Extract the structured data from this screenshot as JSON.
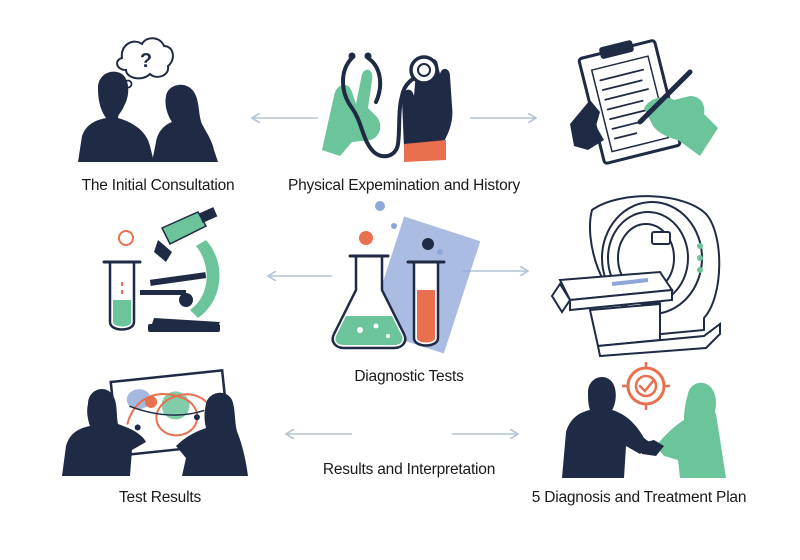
{
  "labels": {
    "initial_consultation": "The Initial Consultation",
    "physical_exam": "Physical Expemination and History",
    "diagnostic_tests": "Diagnostic Tests",
    "results_interpretation": "Results and Interpretation",
    "test_results": "Test Results",
    "diagnosis_treatment": "5 Diagnosis and Treatment Plan"
  },
  "icons": {
    "question_bubble": "?"
  },
  "colors": {
    "navy": "#1f2a44",
    "green": "#6cc49a",
    "coral": "#e8704f",
    "blue": "#8fa6d8",
    "arrow": "#b4c3d2"
  }
}
